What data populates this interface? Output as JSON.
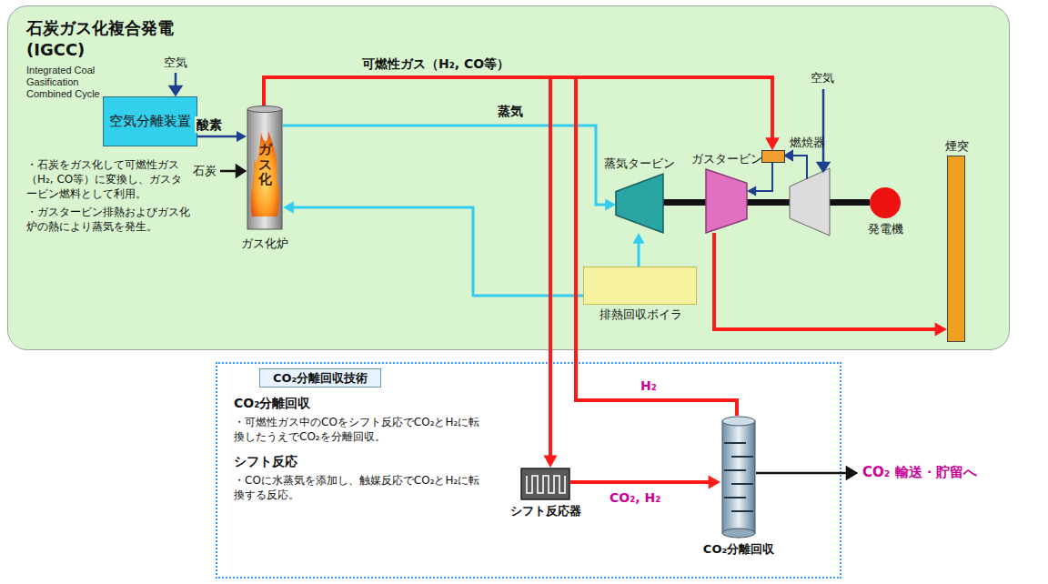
{
  "diagram": {
    "nodes": [
      {
        "text": [
          "石炭ガス化複合発電 (IGCC)",
          "Integrated Coal Gasification Combined Cycle",
          "・石炭をガス化して可燃性ガス（H₂, CO等）に変換し、ガスタービン燃料として利用。",
          "・ガスタービン排熱およびガス化炉の熱により蒸気を発生。"
        ]
      },
      {
        "text": [
          "空気分離装置"
        ],
        "in": 0
      },
      {
        "text": [
          "ガス化",
          "ガス化炉"
        ],
        "in": 0
      },
      {
        "text": [
          "蒸気タービン"
        ],
        "in": 0
      },
      {
        "text": [
          "ガスタービン"
        ],
        "in": 0
      },
      {
        "text": [
          "燃焼器"
        ],
        "in": 0
      },
      {
        "text": [
          "発電機"
        ],
        "in": 0
      },
      {
        "text": [
          "煙突"
        ],
        "in": 0
      },
      {
        "text": [
          "排熱回収ボイラ"
        ],
        "in": 0
      },
      {
        "text": [
          "CO₂分離回収技術",
          "CO₂分離回収",
          "・可燃性ガス中のCOをシフト反応でCO₂とH₂に転換したうえでCO₂を分離回収。",
          "シフト反応",
          "・COに水蒸気を添加し、触媒反応でCO₂とH₂に転換する反応。"
        ]
      },
      {
        "text": [
          "シフト反応器"
        ],
        "in": 9
      },
      {
        "text": [
          "CO₂分離回収"
        ],
        "in": 9
      }
    ],
    "edges": [
      {
        "from": 1,
        "to": 2,
        "arrow": "to",
        "label": "酸素"
      },
      {
        "from": 2,
        "to": 5,
        "arrow": "to",
        "label": "可燃性ガス（H₂, CO等）"
      },
      {
        "from": 2,
        "to": 3,
        "arrow": "to",
        "label": "蒸気"
      },
      {
        "from": 8,
        "to": 3,
        "arrow": "to"
      },
      {
        "from": 8,
        "to": 2,
        "arrow": "to"
      },
      {
        "from": 5,
        "to": 4,
        "arrow": "to"
      },
      {
        "from": 4,
        "to": 7,
        "arrow": "to"
      },
      {
        "from": 2,
        "to": 10,
        "arrow": "to"
      },
      {
        "from": 10,
        "to": 11,
        "arrow": "to",
        "label": "CO₂, H₂"
      },
      {
        "from": 11,
        "to": 5,
        "arrow": "to",
        "label": "H₂"
      }
    ],
    "labels": [
      "空気",
      "石炭",
      "空気",
      "CO₂ 輸送・貯留へ"
    ]
  }
}
